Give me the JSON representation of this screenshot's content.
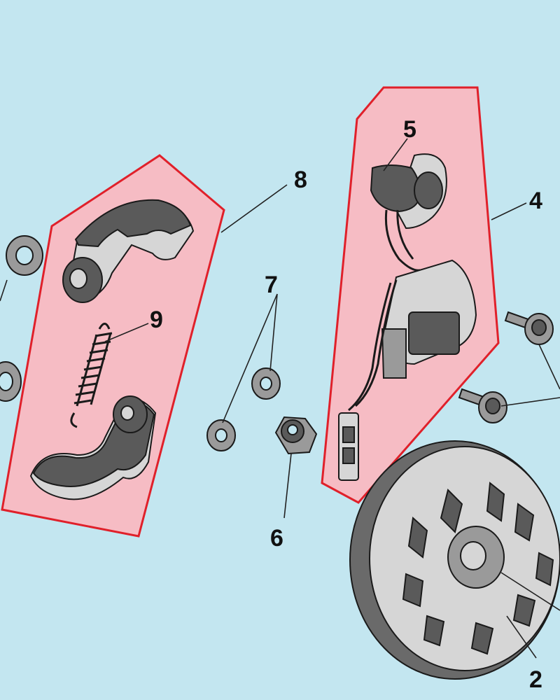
{
  "diagram": {
    "callouts": {
      "c2": "2",
      "c4": "4",
      "c5": "5",
      "c6": "6",
      "c7": "7",
      "c8": "8",
      "c9": "9"
    },
    "colors": {
      "background": "#c3e6f0",
      "group_fill": "#f6bcc4",
      "group_outline": "#e0202a",
      "part_dark": "#5a5a5a",
      "part_light": "#d6d6d6"
    },
    "icons": [
      "washer-icon",
      "spring-icon",
      "clutch-shoe-icon",
      "ignition-coil-icon",
      "nut-icon",
      "bolt-icon",
      "flywheel-icon"
    ]
  }
}
